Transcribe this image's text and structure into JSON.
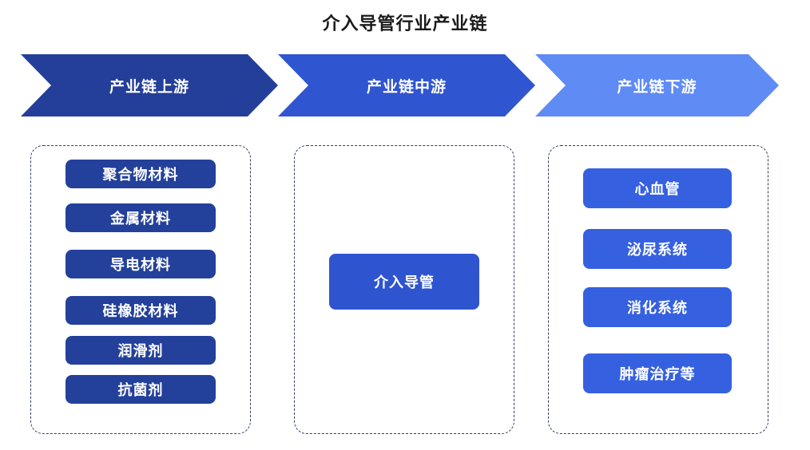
{
  "title": "介入导管行业产业链",
  "stages": [
    {
      "label": "产业链上游"
    },
    {
      "label": "产业链中游"
    },
    {
      "label": "产业链下游"
    }
  ],
  "upstream": [
    "聚合物材料",
    "金属材料",
    "导电材料",
    "硅橡胶材料",
    "润滑剂",
    "抗菌剂"
  ],
  "midstream": [
    "介入导管"
  ],
  "downstream": [
    "心血管",
    "泌尿系统",
    "消化系统",
    "肿瘤治疗等"
  ],
  "colors": {
    "upstream": "#23409b",
    "midstream": "#2f54cf",
    "downstream": "#5f8bf5",
    "border": "#333a6b"
  }
}
